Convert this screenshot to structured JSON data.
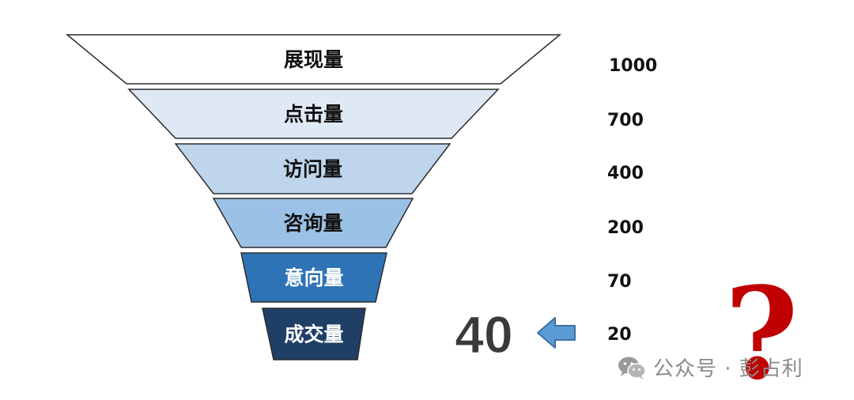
{
  "funnel": {
    "stages": [
      {
        "label": "展现量",
        "value": "1000",
        "fill": "#ffffff",
        "text_color": "#111111"
      },
      {
        "label": "点击量",
        "value": "700",
        "fill": "#dfe9f5",
        "text_color": "#111111"
      },
      {
        "label": "访问量",
        "value": "400",
        "fill": "#bed5ec",
        "text_color": "#111111"
      },
      {
        "label": "咨询量",
        "value": "200",
        "fill": "#9cc1e6",
        "text_color": "#111111"
      },
      {
        "label": "意向量",
        "value": "70",
        "fill": "#2e73b6",
        "text_color": "#ffffff"
      },
      {
        "label": "成交量",
        "value": "20",
        "fill": "#203f67",
        "text_color": "#ffffff"
      }
    ]
  },
  "callout": {
    "value": "40",
    "arrow_color": "#5b9bd5",
    "question_mark": "?",
    "question_color": "#c00000"
  },
  "watermark": {
    "text": "公众号 · 彭占利",
    "icon": "wechat-icon"
  }
}
